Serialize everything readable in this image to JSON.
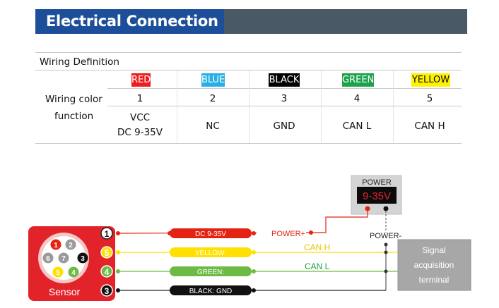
{
  "header": {
    "title": "Electrical Connection"
  },
  "table": {
    "section_label": "Wiring Definition",
    "row_label_1": "Wiring color",
    "row_label_2": "function",
    "columns": [
      {
        "color_name": "RED",
        "bg": "#ee1c1c",
        "fg": "#ffffff",
        "number": "1",
        "func_1": "VCC",
        "func_2": "DC 9-35V"
      },
      {
        "color_name": "BLUE",
        "bg": "#27aee4",
        "fg": "#ffffff",
        "number": "2",
        "func_1": "NC",
        "func_2": ""
      },
      {
        "color_name": "BLACK",
        "bg": "#000000",
        "fg": "#ffffff",
        "number": "3",
        "func_1": "GND",
        "func_2": ""
      },
      {
        "color_name": "GREEN",
        "bg": "#1aa34a",
        "fg": "#ffffff",
        "number": "4",
        "func_1": "CAN L",
        "func_2": ""
      },
      {
        "color_name": "YELLOW",
        "bg": "#fff200",
        "fg": "#111111",
        "number": "5",
        "func_1": "CAN H",
        "func_2": ""
      }
    ]
  },
  "diagram": {
    "power_box": {
      "title": "POWER",
      "display": "9-35V"
    },
    "sensor": {
      "label": "Sensor",
      "pins": [
        "1",
        "2",
        "3",
        "4",
        "5",
        "6",
        "7"
      ]
    },
    "wires": [
      {
        "pin": "1",
        "label": "DC 9-35V",
        "color": "#e42313",
        "text_color": "#ffffff",
        "end_label": "POWER+"
      },
      {
        "pin": "5",
        "label": "YELLOW:",
        "color": "#ffe000",
        "text_color": "#ffffff",
        "end_label": "CAN H"
      },
      {
        "pin": "4",
        "label": "GREEN:",
        "color": "#6dbb45",
        "text_color": "#ffffff",
        "end_label": "CAN L"
      },
      {
        "pin": "3",
        "label": "BLACK: GND",
        "color": "#111111",
        "text_color": "#ffffff",
        "end_label": ""
      }
    ],
    "power_minus": "POWER-",
    "terminal": {
      "line1": "Signal",
      "line2": "acquisition",
      "line3": "terminal"
    }
  }
}
